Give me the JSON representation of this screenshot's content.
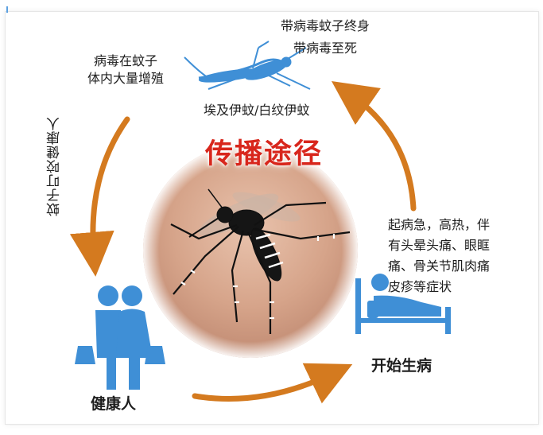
{
  "title": "传播途径",
  "mosquito_note": {
    "line1": "带病毒蚊子终身",
    "line2": "带病毒至死"
  },
  "virus_multiply": {
    "line1": "病毒在蚊子",
    "line2": "体内大量增殖"
  },
  "species": "埃及伊蚊/白纹伊蚊",
  "bite": "蚊子叮咬健康人",
  "symptoms": {
    "line1": "起病急，高热，伴",
    "line2": "有头晕头痛、眼眶",
    "line3": "痛、骨关节肌肉痛",
    "line4": "皮疹等症状"
  },
  "healthy_person": "健康人",
  "fall_ill": "开始生病",
  "colors": {
    "title_red": "#d8261c",
    "arrow_orange": "#d47a1f",
    "icon_blue": "#3f8fd6"
  }
}
